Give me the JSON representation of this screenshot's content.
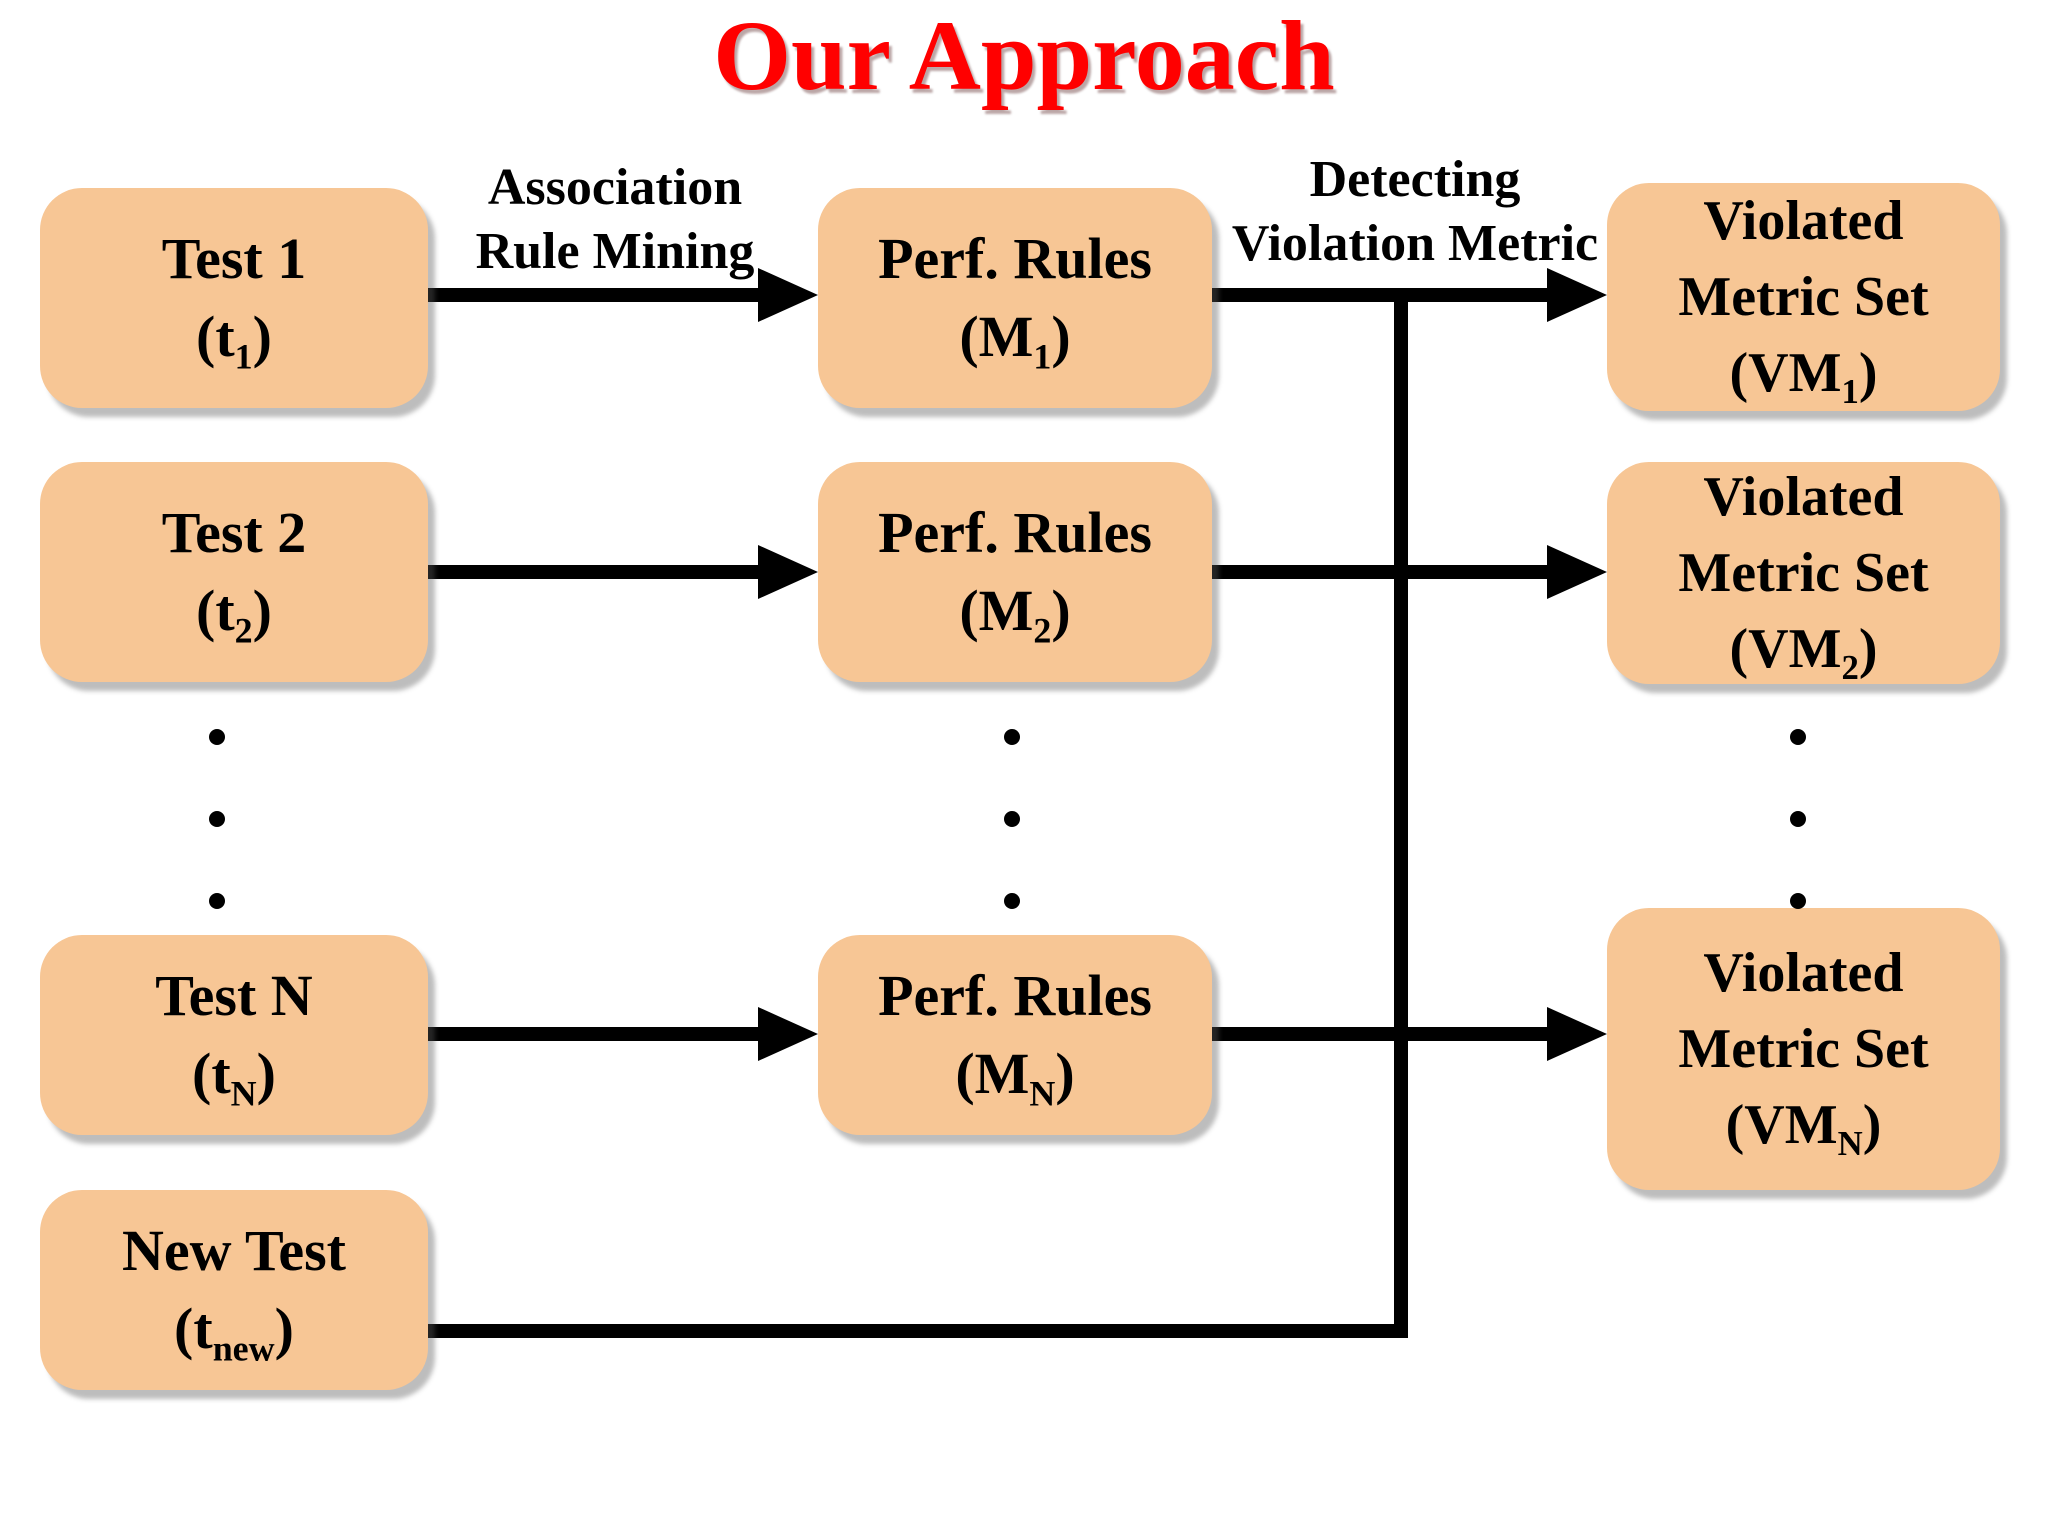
{
  "title": "Our Approach",
  "labels": {
    "association_line1": "Association",
    "association_line2": "Rule Mining",
    "detecting_line1": "Detecting",
    "detecting_line2": "Violation Metric"
  },
  "colors": {
    "title_red": "#ff0000",
    "box_fill": "#f7c695",
    "line_black": "#000000",
    "background": "#ffffff"
  },
  "boxes": {
    "tests": [
      {
        "line1": "Test 1",
        "sub_pre": "(t",
        "sub": "1",
        "sub_post": ")"
      },
      {
        "line1": "Test 2",
        "sub_pre": "(t",
        "sub": "2",
        "sub_post": ")"
      },
      {
        "line1": "Test N",
        "sub_pre": "(t",
        "sub": "N",
        "sub_post": ")"
      },
      {
        "line1": "New Test",
        "sub_pre": "(t",
        "sub": "new",
        "sub_post": ")"
      }
    ],
    "rules": [
      {
        "line1": "Perf. Rules",
        "sub_pre": "(M",
        "sub": "1",
        "sub_post": ")"
      },
      {
        "line1": "Perf. Rules",
        "sub_pre": "(M",
        "sub": "2",
        "sub_post": ")"
      },
      {
        "line1": "Perf. Rules",
        "sub_pre": "(M",
        "sub": "N",
        "sub_post": ")"
      }
    ],
    "violated": [
      {
        "line1": "Violated",
        "line2": "Metric Set",
        "sub_pre": "(VM",
        "sub": "1",
        "sub_post": ")"
      },
      {
        "line1": "Violated",
        "line2": "Metric Set",
        "sub_pre": "(VM",
        "sub": "2",
        "sub_post": ")"
      },
      {
        "line1": "Violated",
        "line2": "Metric Set",
        "sub_pre": "(VM",
        "sub": "N",
        "sub_post": ")"
      }
    ]
  }
}
